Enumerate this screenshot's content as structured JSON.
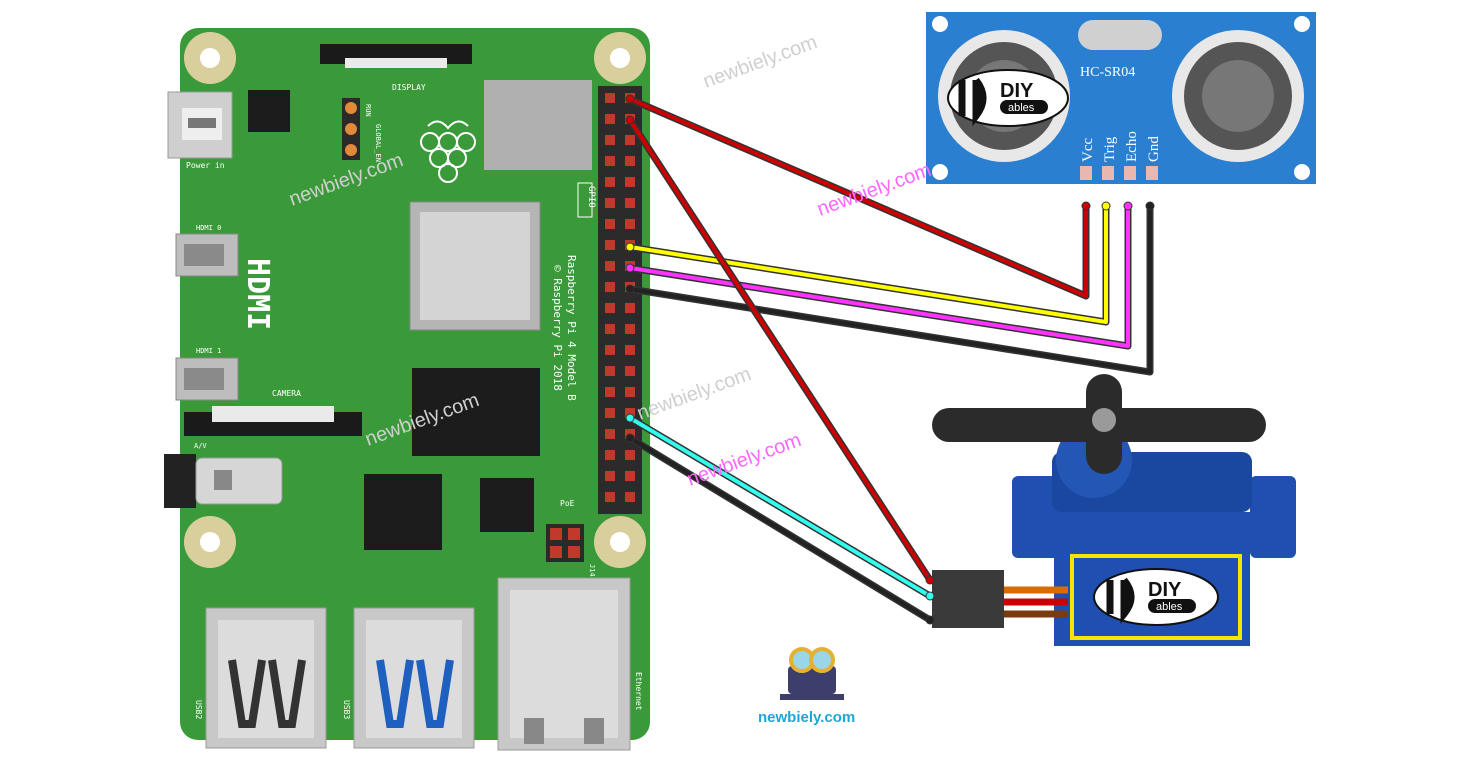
{
  "board": {
    "model_line1": "Raspberry Pi 4 Model B",
    "model_line2": "© Raspberry Pi 2018",
    "hdmi": "HDMI",
    "hdmi0": "HDMI 0",
    "hdmi1": "HDMI 1",
    "display": "DISPLAY",
    "camera": "CAMERA",
    "power": "Power in",
    "gpio": "GPIO",
    "run": "RUN",
    "global_en": "GLOBAL_EN",
    "av": "A/V",
    "poe": "PoE",
    "j14": "J14",
    "usb2": "USB2",
    "usb3": "USB3",
    "ethernet": "Ethernet"
  },
  "sensor": {
    "name": "HC-SR04",
    "pins": [
      "Vcc",
      "Trig",
      "Echo",
      "Gnd"
    ],
    "brand": "DIY",
    "brand_sub": "ables"
  },
  "servo": {
    "brand": "DIY",
    "brand_sub": "ables"
  },
  "wires": [
    {
      "name": "vcc-wire",
      "color": "#cc0000"
    },
    {
      "name": "trig-wire",
      "color": "#ffff00"
    },
    {
      "name": "echo-wire",
      "color": "#ff33ff"
    },
    {
      "name": "gnd-wire",
      "color": "#222222"
    },
    {
      "name": "servo-power-wire",
      "color": "#cc0000"
    },
    {
      "name": "servo-signal-wire",
      "color": "#33ffee"
    },
    {
      "name": "servo-gnd-wire",
      "color": "#222222"
    }
  ],
  "colors": {
    "pcb": "#3a9a3a",
    "sensor": "#2b7fd1",
    "servo": "#1f4fb0"
  },
  "watermark": "newbiely.com",
  "logo_text": "newbiely.com"
}
